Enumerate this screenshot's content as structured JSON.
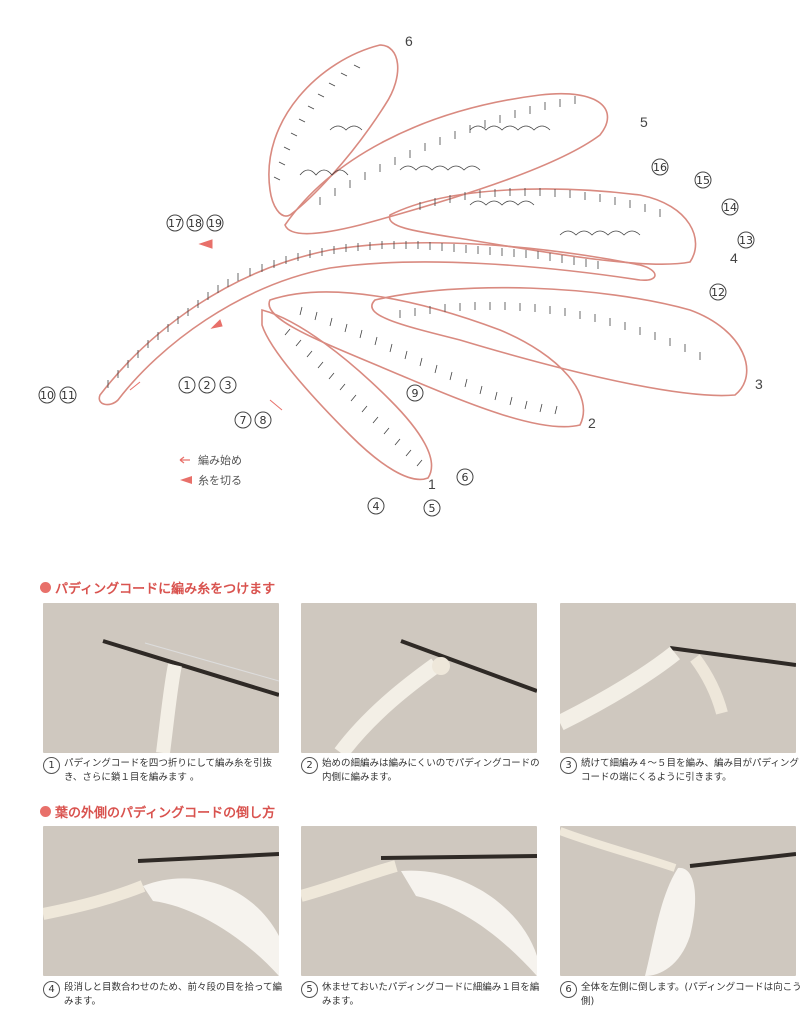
{
  "legend": {
    "start_label": "編み始め",
    "cut_label": "糸を切る"
  },
  "diagram_labels": {
    "c1": "1",
    "c2": "2",
    "c3": "3",
    "c4": "4",
    "c5": "5",
    "c6": "6",
    "c7": "7",
    "c8": "8",
    "c9": "9",
    "c10": "10",
    "c11": "11",
    "c12": "12",
    "c13": "13",
    "c14": "14",
    "c15": "15",
    "c16": "16",
    "c17": "17",
    "c18": "18",
    "c19": "19",
    "part1": "1",
    "part2": "2",
    "part3": "3",
    "part4": "4",
    "part5": "5",
    "part6": "6"
  },
  "sections": [
    {
      "title": "パディングコードに編み糸をつけます",
      "steps": [
        {
          "num": "1",
          "text": "パディングコードを四つ折りにして編み糸を引抜き、さらに鎖１目を編みます 。"
        },
        {
          "num": "2",
          "text": "始めの細編みは編みにくいのでパディングコードの内側に編みます。"
        },
        {
          "num": "3",
          "text": "続けて細編み４～５目を編み、編み目がパディングコードの端にくるように引きます。"
        }
      ]
    },
    {
      "title": "葉の外側のパディングコードの倒し方",
      "steps": [
        {
          "num": "4",
          "text": "段消しと目数合わせのため、前々段の目を拾って編みます。"
        },
        {
          "num": "5",
          "text": "休ませておいたパディングコードに細編み１目を編みます。"
        },
        {
          "num": "6",
          "text": "全体を左側に倒します。(パディングコードは向こう側)"
        }
      ]
    }
  ],
  "colors": {
    "accent": "#d9534f",
    "cord": "#d98a80",
    "photo_bg": "#cfc8bf"
  }
}
